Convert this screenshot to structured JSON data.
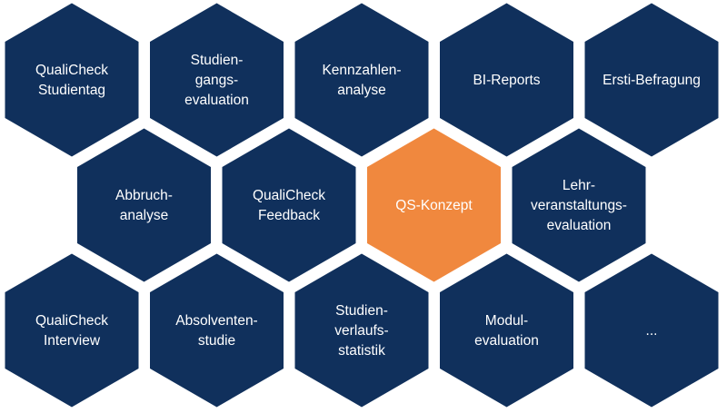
{
  "colors": {
    "primary": "#10305c",
    "highlight": "#f0883e",
    "text": "#ffffff"
  },
  "rows": [
    [
      {
        "lines": [
          "QualiCheck",
          "Studientag"
        ]
      },
      {
        "lines": [
          "Studien-",
          "gangs-",
          "evaluation"
        ]
      },
      {
        "lines": [
          "Kennzahlen-",
          "analyse"
        ]
      },
      {
        "lines": [
          "BI-Reports"
        ]
      },
      {
        "lines": [
          "Ersti-Befragung"
        ]
      }
    ],
    [
      {
        "lines": [
          "Abbruch-",
          "analyse"
        ]
      },
      {
        "lines": [
          "QualiCheck",
          "Feedback"
        ]
      },
      {
        "lines": [
          "QS-Konzept"
        ],
        "highlight": true
      },
      {
        "lines": [
          "Lehr-",
          "veranstaltungs-",
          "evaluation"
        ]
      }
    ],
    [
      {
        "lines": [
          "QualiCheck",
          "Interview"
        ]
      },
      {
        "lines": [
          "Absolventen-",
          "studie"
        ]
      },
      {
        "lines": [
          "Studien-",
          "verlaufs-",
          "statistik"
        ]
      },
      {
        "lines": [
          "Modul-",
          "evaluation"
        ]
      },
      {
        "lines": [
          "..."
        ]
      }
    ]
  ]
}
